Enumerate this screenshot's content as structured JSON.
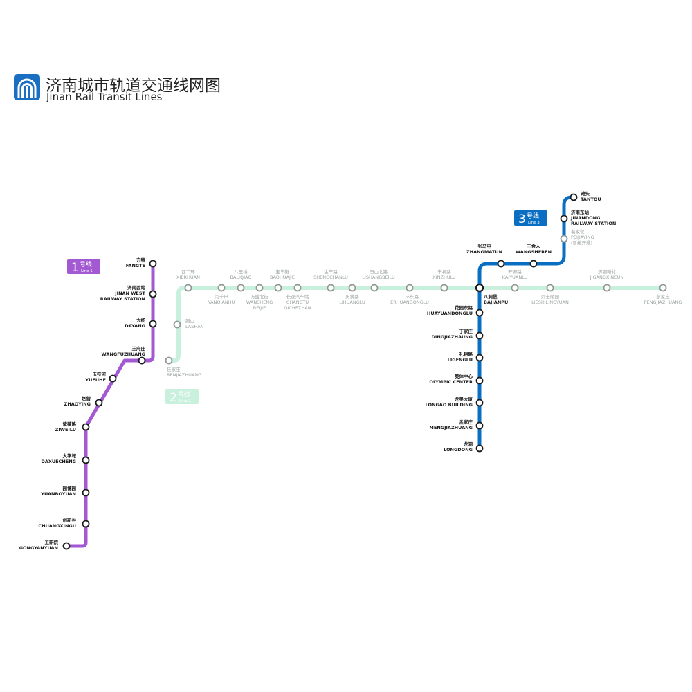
{
  "header": {
    "title_zh": "济南城市轨道交通线网图",
    "title_en": "Jinan Rail Transit Lines"
  },
  "colors": {
    "line1": "#a259d1",
    "line2": "#c9f0dd",
    "line3": "#0a6fc2",
    "station_fill": "#ffffff",
    "station_stroke": "#1a1a1a",
    "faded_stroke": "#8e9894"
  },
  "icons": {
    "logo": "jinan-metro-logo-icon"
  },
  "lines": {
    "line1": {
      "badge_num": "1",
      "badge_zh": "号线",
      "badge_en": "Line 1",
      "stations": [
        {
          "zh": "方特",
          "en": "FANGTE"
        },
        {
          "zh": "济南西站",
          "en": "JINAN WEST",
          "en2": "RAILWAY STATION"
        },
        {
          "zh": "大杨",
          "en": "DAYANG"
        },
        {
          "zh": "王府庄",
          "en": "WANGFUZHUANG"
        },
        {
          "zh": "玉符河",
          "en": "YUFUHE"
        },
        {
          "zh": "赵营",
          "en": "ZHAOYING"
        },
        {
          "zh": "紫薇路",
          "en": "ZIWEILU"
        },
        {
          "zh": "大学城",
          "en": "DAXUECHENG"
        },
        {
          "zh": "园博园",
          "en": "YUANBOYUAN"
        },
        {
          "zh": "创新谷",
          "en": "CHUANGXINGU"
        },
        {
          "zh": "工研院",
          "en": "GONGYANYUAN"
        }
      ]
    },
    "line2": {
      "badge_num": "2",
      "badge_zh": "号线",
      "badge_en": "Line 2",
      "stations": [
        {
          "zh": "任家庄",
          "en": "RENJIAZHUANG"
        },
        {
          "zh": "腊山",
          "en": "LASHAN"
        },
        {
          "zh": "西二环",
          "en": "XIERHUAN"
        },
        {
          "zh": "闫千户",
          "en": "YANQIANHU"
        },
        {
          "zh": "八里桥",
          "en": "BALIQIAO"
        },
        {
          "zh": "万盛北街",
          "en": "WANSHENG",
          "en2": "BEIJIE"
        },
        {
          "zh": "宝华街",
          "en": "BAOHUAJIE"
        },
        {
          "zh": "长途汽车站",
          "en": "CHANGTU",
          "en2": "QICHEZHAN"
        },
        {
          "zh": "生产路",
          "en": "SHENGCHANLU"
        },
        {
          "zh": "历黄路",
          "en": "LIHUANGLU"
        },
        {
          "zh": "历山北路",
          "en": "LISHANGBEILU"
        },
        {
          "zh": "二环东路",
          "en": "ERHUANDONGLU"
        },
        {
          "zh": "辛祝路",
          "en": "XINZHULU"
        },
        {
          "zh": "开源路",
          "en": "KAIYUANLU"
        },
        {
          "zh": "烈士陵园",
          "en": "LIESHILINGYUAN"
        },
        {
          "zh": "济钢新村",
          "en": "JIGANGXINCUN"
        },
        {
          "zh": "彭家庄",
          "en": "PENGJIAZHUANG"
        }
      ]
    },
    "line3": {
      "badge_num": "3",
      "badge_zh": "号线",
      "badge_en": "Line 3",
      "stations": [
        {
          "zh": "滩头",
          "en": "TANTOU"
        },
        {
          "zh": "济南东站",
          "en": "JINANDONG",
          "en2": "RAILWAY STATION"
        },
        {
          "zh": "裴家营",
          "en": "PEIJIAYING",
          "en2": "(暂缓开通)"
        },
        {
          "zh": "王舍人",
          "en": "WANGSHEREN"
        },
        {
          "zh": "张马屯",
          "en": "ZHANGMATUN"
        },
        {
          "zh": "八涧堡",
          "en": "BAJIANPU"
        },
        {
          "zh": "花园东路",
          "en": "HUAYUANDONGLU"
        },
        {
          "zh": "丁家庄",
          "en": "DINGJIAZHAUNG"
        },
        {
          "zh": "礼耕路",
          "en": "LIGENGLU"
        },
        {
          "zh": "奥体中心",
          "en": "OLYMPIC CENTER"
        },
        {
          "zh": "龙奥大厦",
          "en": "LONGAO BUILDING"
        },
        {
          "zh": "孟家庄",
          "en": "MENGJIAZHUANG"
        },
        {
          "zh": "龙洞",
          "en": "LONGDONG"
        }
      ]
    }
  }
}
